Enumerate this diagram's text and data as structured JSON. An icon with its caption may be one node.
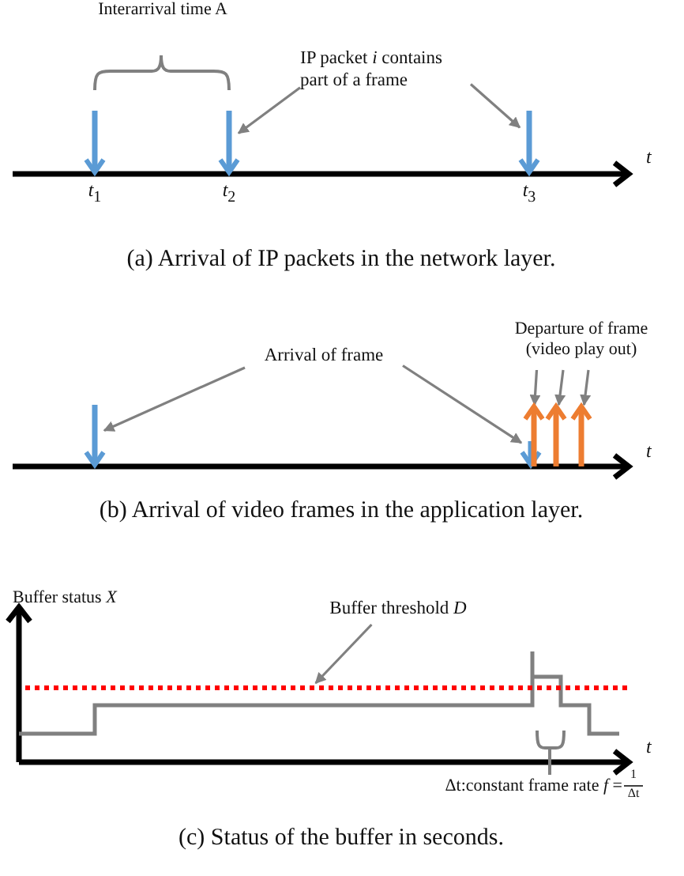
{
  "diagram": {
    "nodes": [
      {
        "text": [
          "IP packet *i* contains part of a frame"
        ]
      },
      {
        "text": [],
        "shape": "arrow",
        "beside": [
          "*t*$_{1}$"
        ]
      },
      {
        "text": [],
        "shape": "arrow",
        "beside": [
          "*t*$_{2}$"
        ]
      },
      {
        "text": [],
        "shape": "arrow",
        "beside": [
          "*t*$_{3}$"
        ]
      },
      {
        "text": [
          "Arrival of frame"
        ]
      },
      {
        "text": [
          "Departure of frame (video play out)"
        ]
      },
      {
        "text": [],
        "shape": "arrow"
      },
      {
        "text": [],
        "shape": "arrow"
      },
      {
        "text": [],
        "shape": "arrow"
      },
      {
        "text": [],
        "shape": "arrow"
      },
      {
        "text": [],
        "shape": "arrow"
      },
      {
        "text": [
          "Buffer threshold *D*"
        ]
      },
      {
        "text": [],
        "shape": "line"
      }
    ],
    "edges": [
      {
        "from": 0,
        "to": 2,
        "arrow": "to"
      },
      {
        "from": 0,
        "to": 3,
        "arrow": "to"
      },
      {
        "from": 4,
        "to": 6,
        "arrow": "to"
      },
      {
        "from": 4,
        "to": 7,
        "arrow": "to"
      },
      {
        "from": 5,
        "to": 8,
        "arrow": "to"
      },
      {
        "from": 5,
        "to": 9,
        "arrow": "to"
      },
      {
        "from": 5,
        "to": 10,
        "arrow": "to"
      },
      {
        "from": 11,
        "to": 12,
        "arrow": "to"
      }
    ],
    "labels": [
      "Interarrival time A",
      "t",
      "(a) Arrival of IP packets in the network layer.",
      "t",
      "(b) Arrival of video frames in the application layer.",
      "Buffer status *X*",
      "t",
      "Δt:constant frame rate *f* =",
      "1",
      "Δt",
      "(c) Status of the buffer in seconds."
    ]
  }
}
